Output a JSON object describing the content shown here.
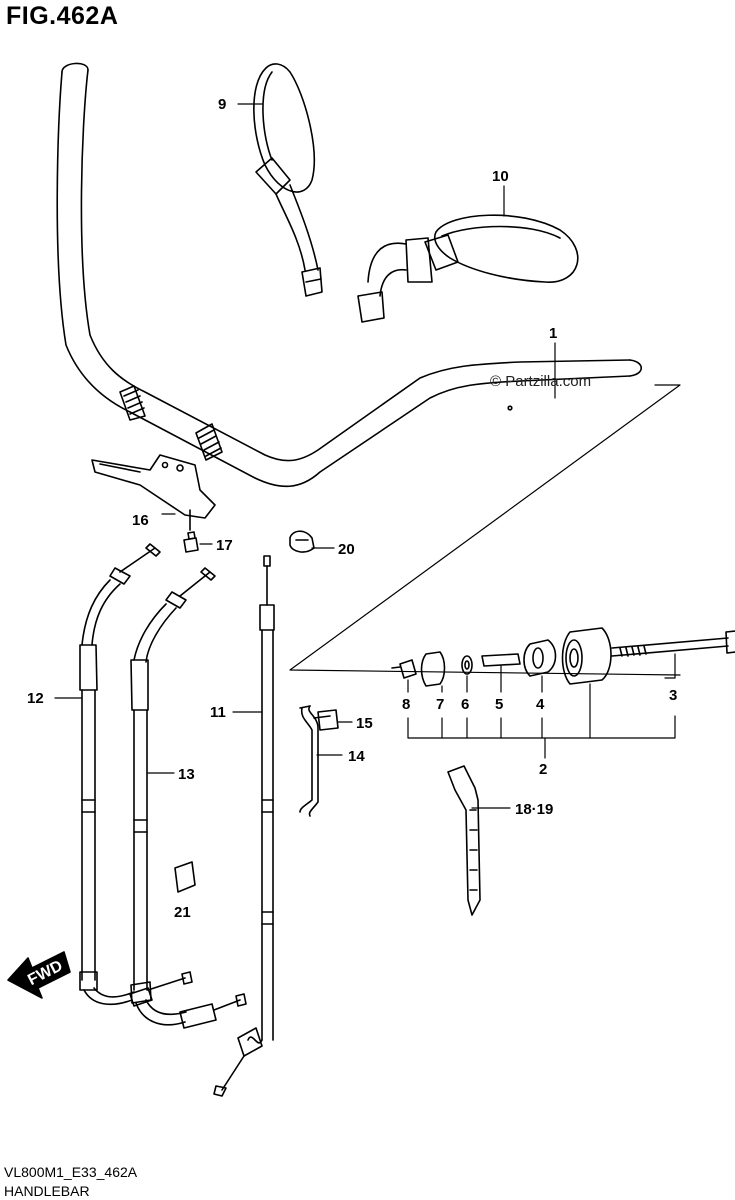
{
  "figure": {
    "title": "FIG.462A",
    "code": "VL800M1_E33_462A",
    "name": "HANDLEBAR",
    "watermark": "© Partzilla.com",
    "fwd_label": "FWD"
  },
  "callouts": [
    {
      "id": "1",
      "label": "1"
    },
    {
      "id": "2",
      "label": "2"
    },
    {
      "id": "3",
      "label": "3"
    },
    {
      "id": "4",
      "label": "4"
    },
    {
      "id": "5",
      "label": "5"
    },
    {
      "id": "6",
      "label": "6"
    },
    {
      "id": "7",
      "label": "7"
    },
    {
      "id": "8",
      "label": "8"
    },
    {
      "id": "9",
      "label": "9"
    },
    {
      "id": "10",
      "label": "10"
    },
    {
      "id": "11",
      "label": "11"
    },
    {
      "id": "12",
      "label": "12"
    },
    {
      "id": "13",
      "label": "13"
    },
    {
      "id": "14",
      "label": "14"
    },
    {
      "id": "15",
      "label": "15"
    },
    {
      "id": "16",
      "label": "16"
    },
    {
      "id": "17",
      "label": "17"
    },
    {
      "id": "18-19",
      "label": "18·19"
    },
    {
      "id": "20",
      "label": "20"
    },
    {
      "id": "21",
      "label": "21"
    }
  ]
}
